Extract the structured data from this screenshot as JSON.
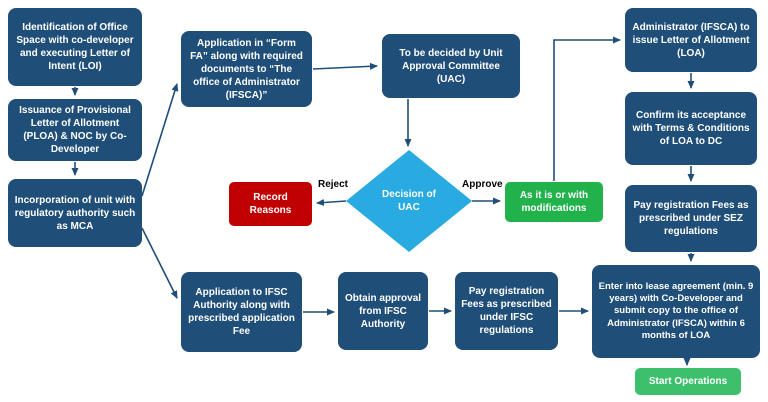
{
  "title": "IFSCA Unit Setup Process Flowchart",
  "colors": {
    "node_blue": "#1F4E79",
    "node_red": "#C00000",
    "node_green": "#21B24C",
    "start_green": "#3DC06C",
    "diamond_cyan": "#29ABE2",
    "arrow": "#1F4E79",
    "node_text": "#FFFFFF",
    "edge_label_text": "#000000",
    "background": "#FFFFFF"
  },
  "nodes": {
    "identification": "Identification of Office Space with co-developer and executing Letter of Intent (LOI)",
    "issuance": "Issuance of Provisional Letter of Allotment (PLOA) & NOC by Co-Developer",
    "incorporation": "Incorporation of unit with regulatory authority such as MCA",
    "application_form_fa": "Application in “Form FA” along with required documents to “The office of Administrator (IFSCA)”",
    "uac_committee": "To be decided by Unit Approval Committee (UAC)",
    "decision_diamond": "Decision of UAC",
    "record_reasons": "Record Reasons",
    "approve_modifications": "As it is or with modifications",
    "administrator_loa": "Administrator (IFSCA) to issue Letter of Allotment (LOA)",
    "confirm_acceptance": "Confirm its acceptance with Terms & Conditions of LOA to DC",
    "pay_sez_fees": "Pay registration Fees as prescribed under SEZ regulations",
    "lease_agreement": "Enter into lease agreement (min. 9 years) with Co-Developer and submit copy to the office of Administrator (IFSCA) within 6 months of LOA",
    "start_operations": "Start Operations",
    "application_ifsc": "Application to IFSC Authority along with prescribed application Fee",
    "obtain_approval": "Obtain approval from IFSC Authority",
    "pay_ifsc_fees": "Pay registration Fees as prescribed under IFSC regulations"
  },
  "edge_labels": {
    "reject": "Reject",
    "approve": "Approve"
  }
}
